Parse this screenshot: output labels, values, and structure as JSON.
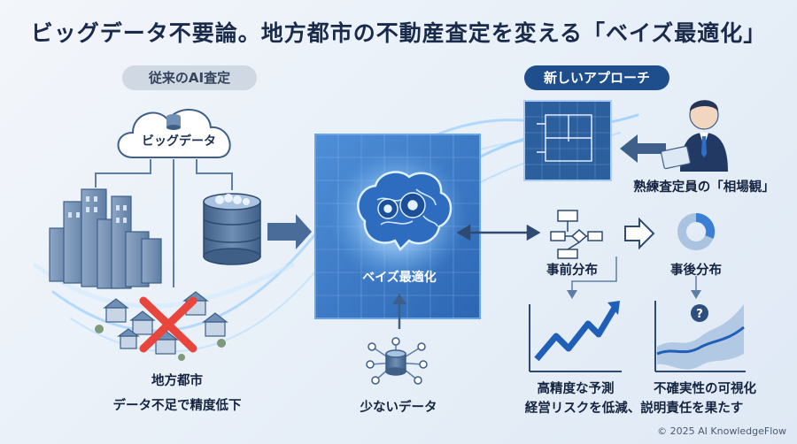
{
  "title": "ビッグデータ不要論。地方都市の不動産査定を変える「ベイズ最適化」",
  "left_section": {
    "header": "従来のAI査定",
    "cloud_label": "ビッグデータ",
    "city_label": "地方都市",
    "city_caption": "データ不足で精度低下"
  },
  "center": {
    "core_label": "ベイズ最適化",
    "small_data_label": "少ないデータ"
  },
  "right_section": {
    "header": "新しいアプローチ",
    "expert_label": "熟練査定員の「相場観」",
    "prior_label": "事前分布",
    "posterior_label": "事後分布",
    "forecast_label": "高精度な予測",
    "uncertainty_label": "不確実性の可視化",
    "bottom_caption": "経営リスクを低減、説明責任を果たす"
  },
  "footer": {
    "copyright": "© 2025 AI KnowledgeFlow"
  },
  "colors": {
    "navy": "#1f4e8c",
    "accent_blue": "#3b7fd4",
    "cross_red": "#e8463c",
    "glow": "#7fc3ff"
  }
}
